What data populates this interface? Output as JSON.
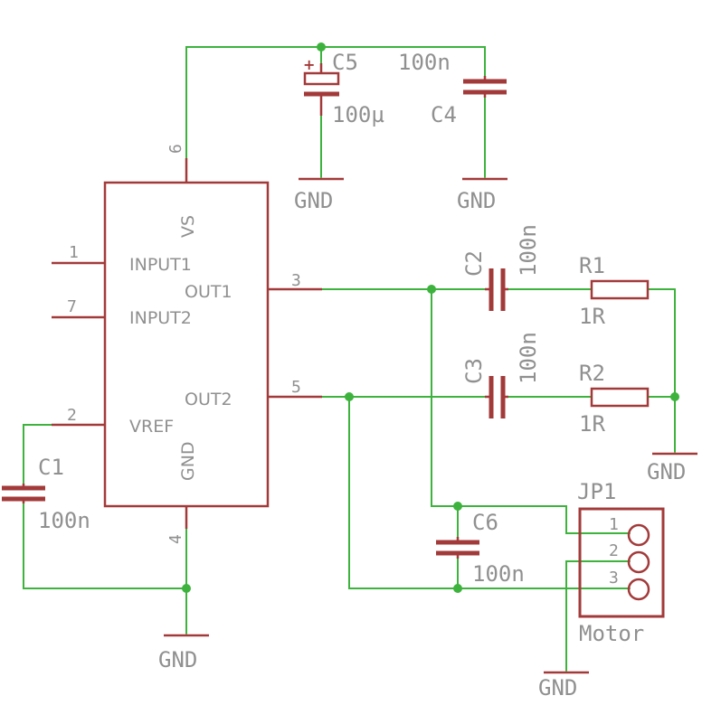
{
  "ic": {
    "pins": {
      "vs": "6",
      "input1": "1",
      "input2": "7",
      "out1": "3",
      "out2": "5",
      "vref": "2",
      "gnd": "4"
    },
    "labels": {
      "vs": "VS",
      "input1": "INPUT1",
      "input2": "INPUT2",
      "out1": "OUT1",
      "out2": "OUT2",
      "vref": "VREF",
      "gnd": "GND"
    }
  },
  "c1": {
    "name": "C1",
    "value": "100n"
  },
  "c2": {
    "name": "C2",
    "value": "100n"
  },
  "c3": {
    "name": "C3",
    "value": "100n"
  },
  "c4": {
    "name": "C4",
    "value": "100n"
  },
  "c5": {
    "name": "C5",
    "value": "100µ",
    "polarity": "+"
  },
  "c6": {
    "name": "C6",
    "value": "100n"
  },
  "r1": {
    "name": "R1",
    "value": "1R"
  },
  "r2": {
    "name": "R2",
    "value": "1R"
  },
  "jp1": {
    "name": "JP1",
    "label": "Motor",
    "pins": [
      "1",
      "2",
      "3"
    ]
  },
  "gnd_label": "GND",
  "colors": {
    "wire": "#3db33d",
    "device": "#a33a3a",
    "text": "#909090",
    "background": "#ffffff"
  }
}
